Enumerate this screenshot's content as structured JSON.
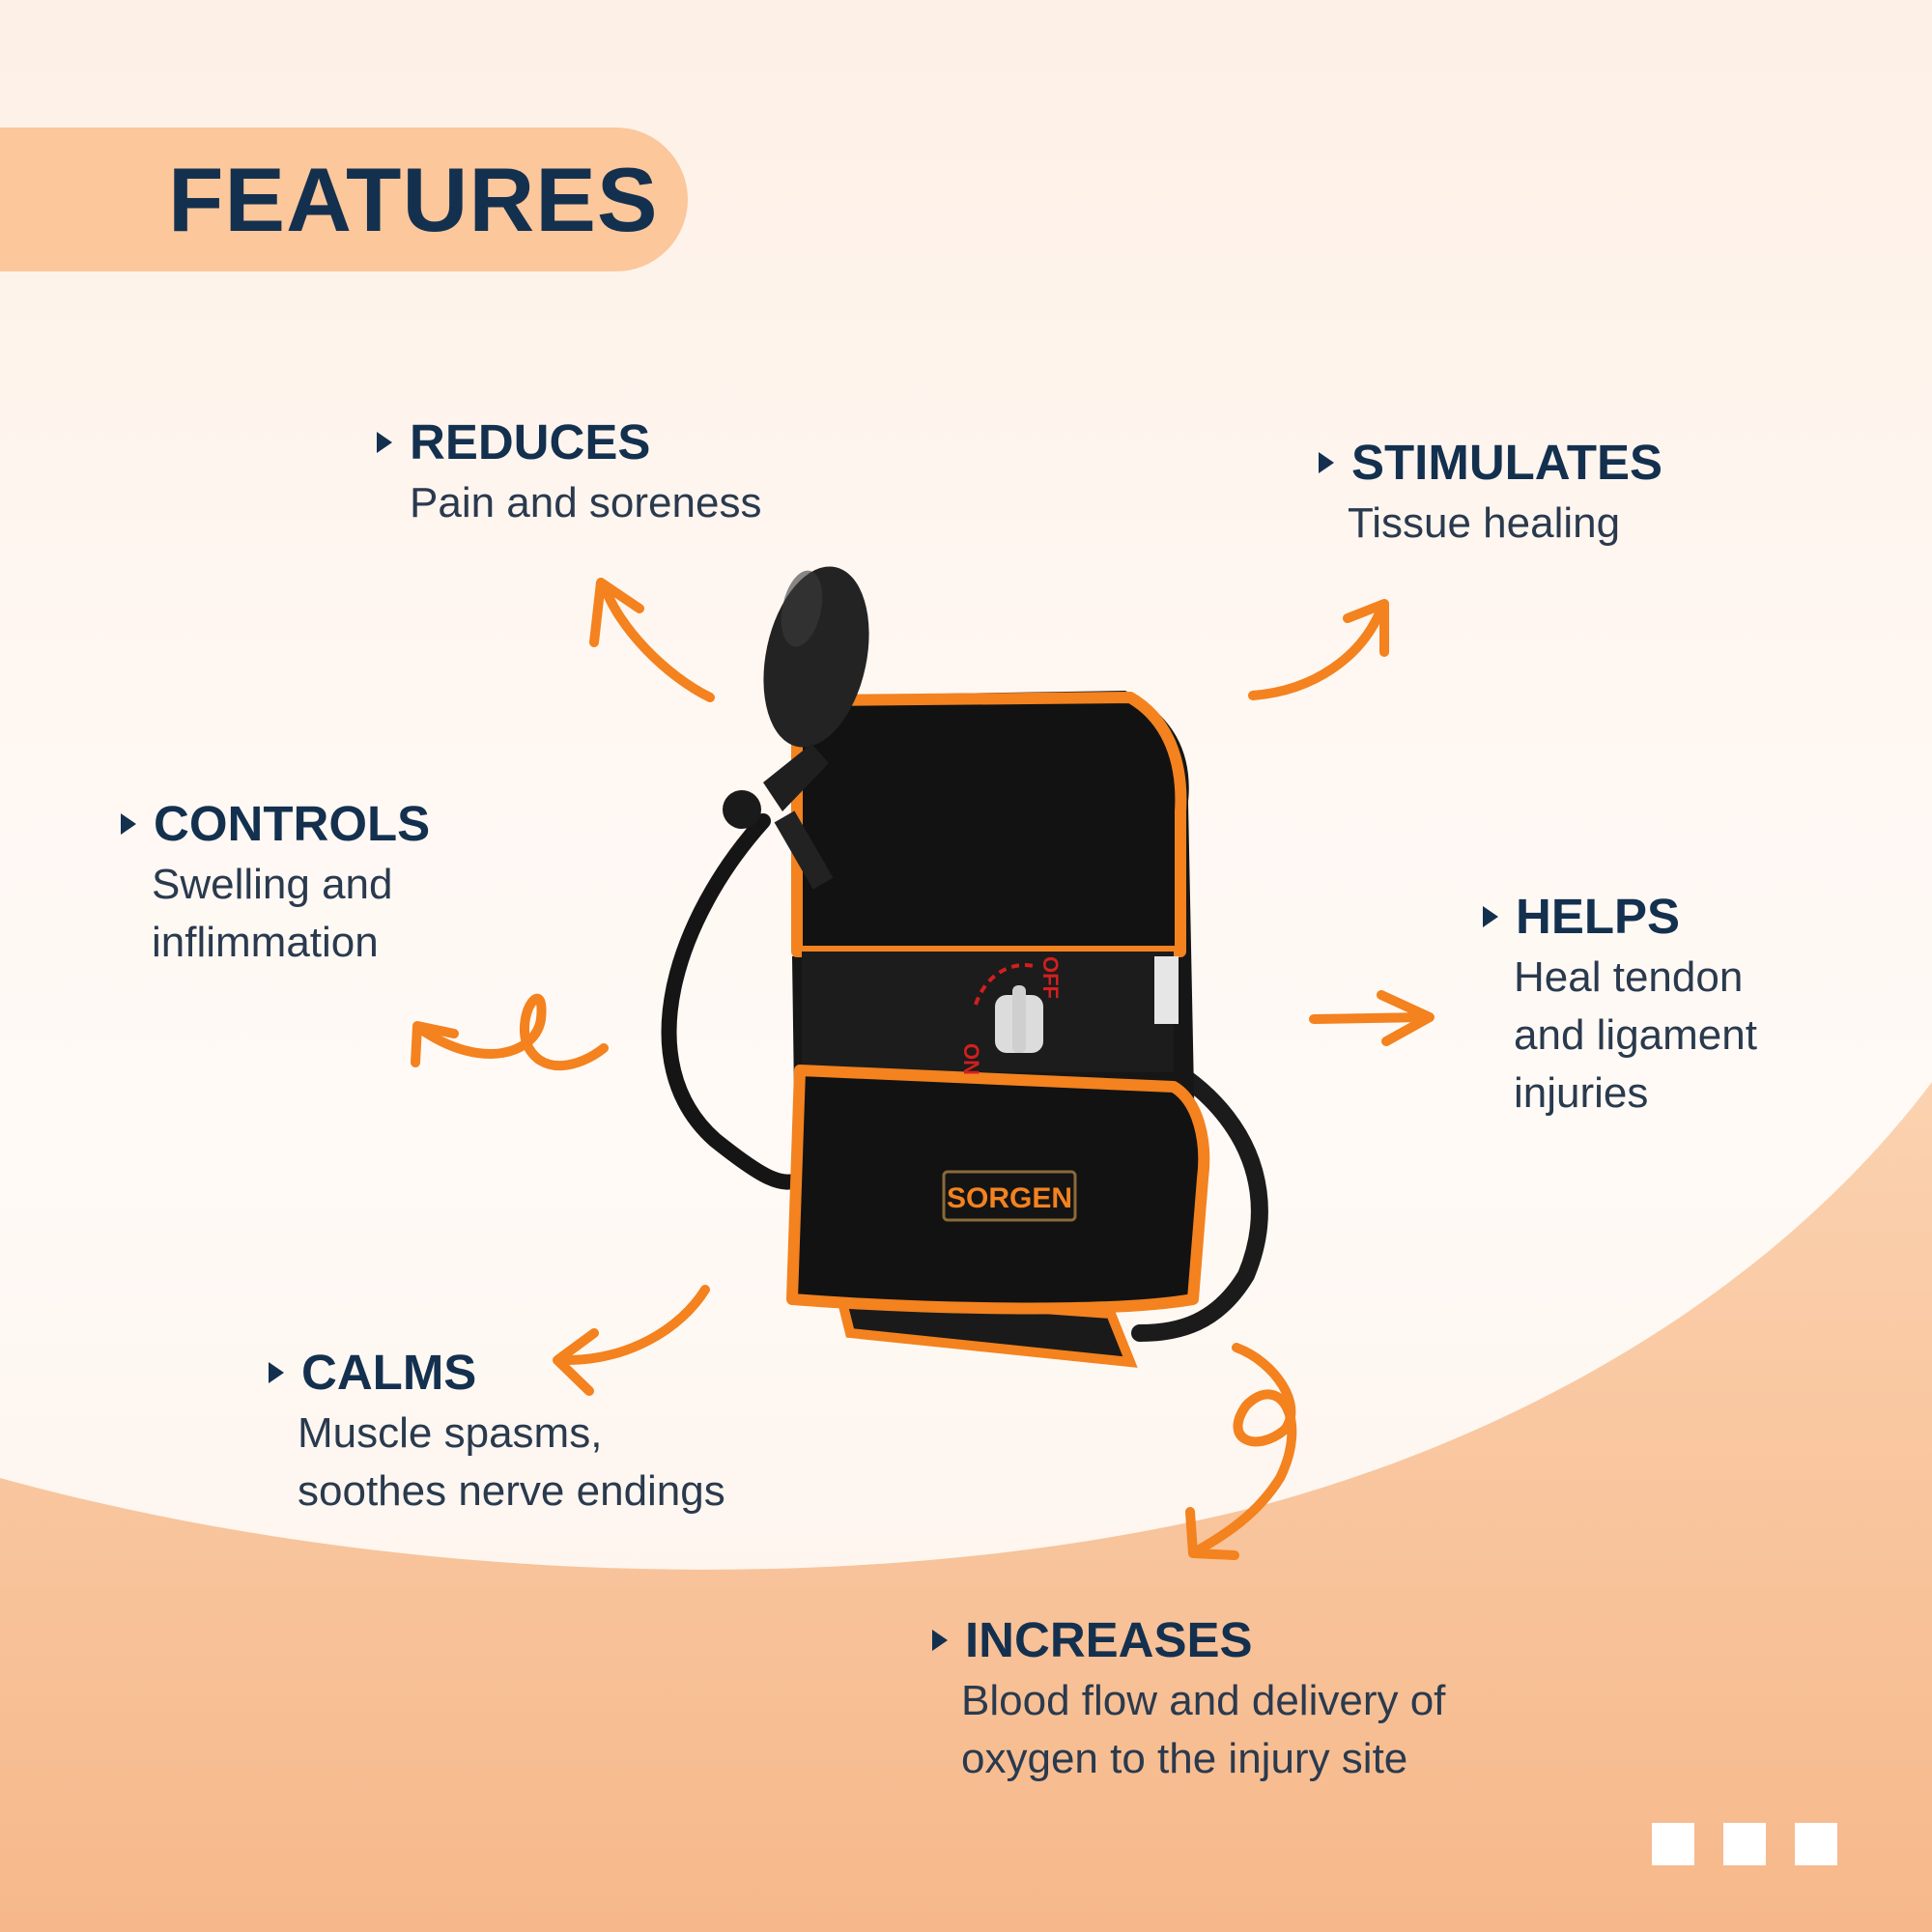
{
  "title": "FEATURES",
  "features": [
    {
      "label": "REDUCES",
      "desc": "Pain and soreness"
    },
    {
      "label": "STIMULATES",
      "desc": "Tissue healing"
    },
    {
      "label": "CONTROLS",
      "desc": "Swelling and\ninflimmation"
    },
    {
      "label": "HELPS",
      "desc": "Heal tendon\nand ligament\ninjuries"
    },
    {
      "label": "CALMS",
      "desc": "Muscle spasms,\nsoothes nerve endings"
    },
    {
      "label": "INCREASES",
      "desc": "Blood flow and delivery of\noxygen to the injury site"
    }
  ],
  "product": {
    "brand": "SORGEN",
    "switch_on": "ON",
    "switch_off": "OFF"
  },
  "colors": {
    "navy": "#14304f",
    "accent_orange": "#f3821f",
    "peach": "#fbc79b"
  },
  "pagination": {
    "count": 3
  }
}
